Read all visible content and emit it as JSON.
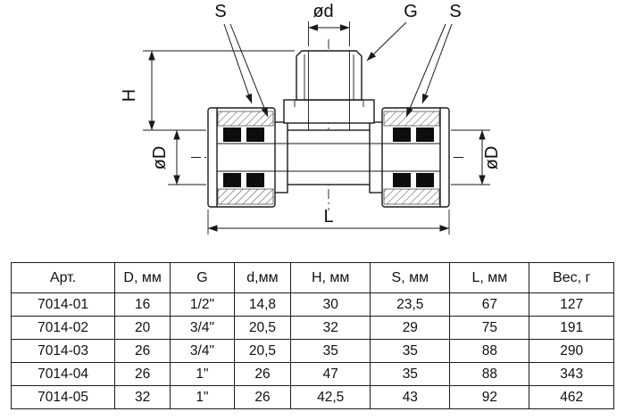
{
  "diagram": {
    "labels": {
      "s_left": "S",
      "d_small": "ød",
      "g": "G",
      "s_right": "S",
      "h": "H",
      "d_big_left": "øD",
      "d_big_right": "øD",
      "l": "L"
    }
  },
  "table": {
    "headers": [
      "Арт.",
      "D, мм",
      "G",
      "d,мм",
      "H, мм",
      "S, мм",
      "L, мм",
      "Вес, г"
    ],
    "rows": [
      [
        "7014-01",
        "16",
        "1/2\"",
        "14,8",
        "30",
        "23,5",
        "67",
        "127"
      ],
      [
        "7014-02",
        "20",
        "3/4\"",
        "20,5",
        "32",
        "29",
        "75",
        "191"
      ],
      [
        "7014-03",
        "26",
        "3/4\"",
        "20,5",
        "35",
        "35",
        "88",
        "290"
      ],
      [
        "7014-04",
        "26",
        "1\"",
        "26",
        "47",
        "35",
        "88",
        "343"
      ],
      [
        "7014-05",
        "32",
        "1\"",
        "26",
        "42,5",
        "43",
        "92",
        "462"
      ]
    ]
  },
  "colors": {
    "line": "#1a1a1a",
    "background": "#ffffff"
  }
}
